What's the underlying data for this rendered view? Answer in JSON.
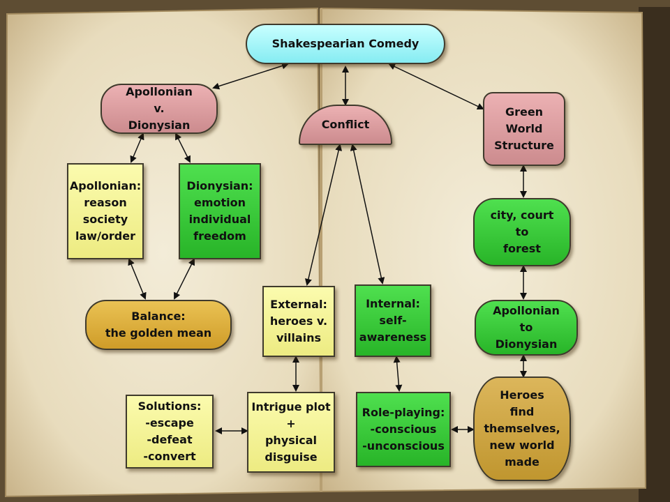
{
  "diagram": {
    "title": "Shakespearian Comedy",
    "nodes": {
      "apollonian_v_dionysian": "Apollonian\nv.\nDionysian",
      "conflict": "Conflict",
      "green_world_structure": "Green\nWorld\nStructure",
      "apollonian_reason": "Apollonian:\nreason\nsociety\nlaw/order",
      "dionysian_emotion": "Dionysian:\nemotion\nindividual\nfreedom",
      "balance": "Balance:\nthe golden mean",
      "external": "External:\nheroes v.\nvillains",
      "internal": "Internal:\nself-\nawareness",
      "city_court_forest": "city, court\nto\nforest",
      "apollonian_to_dionysian": "Apollonian\nto\nDionysian",
      "solutions": "Solutions:\n-escape\n-defeat\n-convert",
      "intrigue_plot": "Intrigue plot\n+\nphysical\ndisguise",
      "role_playing": "Role-playing:\n-conscious\n-unconscious",
      "heroes_find": "Heroes\nfind\nthemselves,\nnew world\nmade"
    },
    "colors": {
      "title": "#a8f4f8",
      "pink": "#dda0a2",
      "yellow": "#f5f39a",
      "green": "#3cc83c",
      "gold": "#dcae3e",
      "paper": "#efe6cf"
    }
  }
}
